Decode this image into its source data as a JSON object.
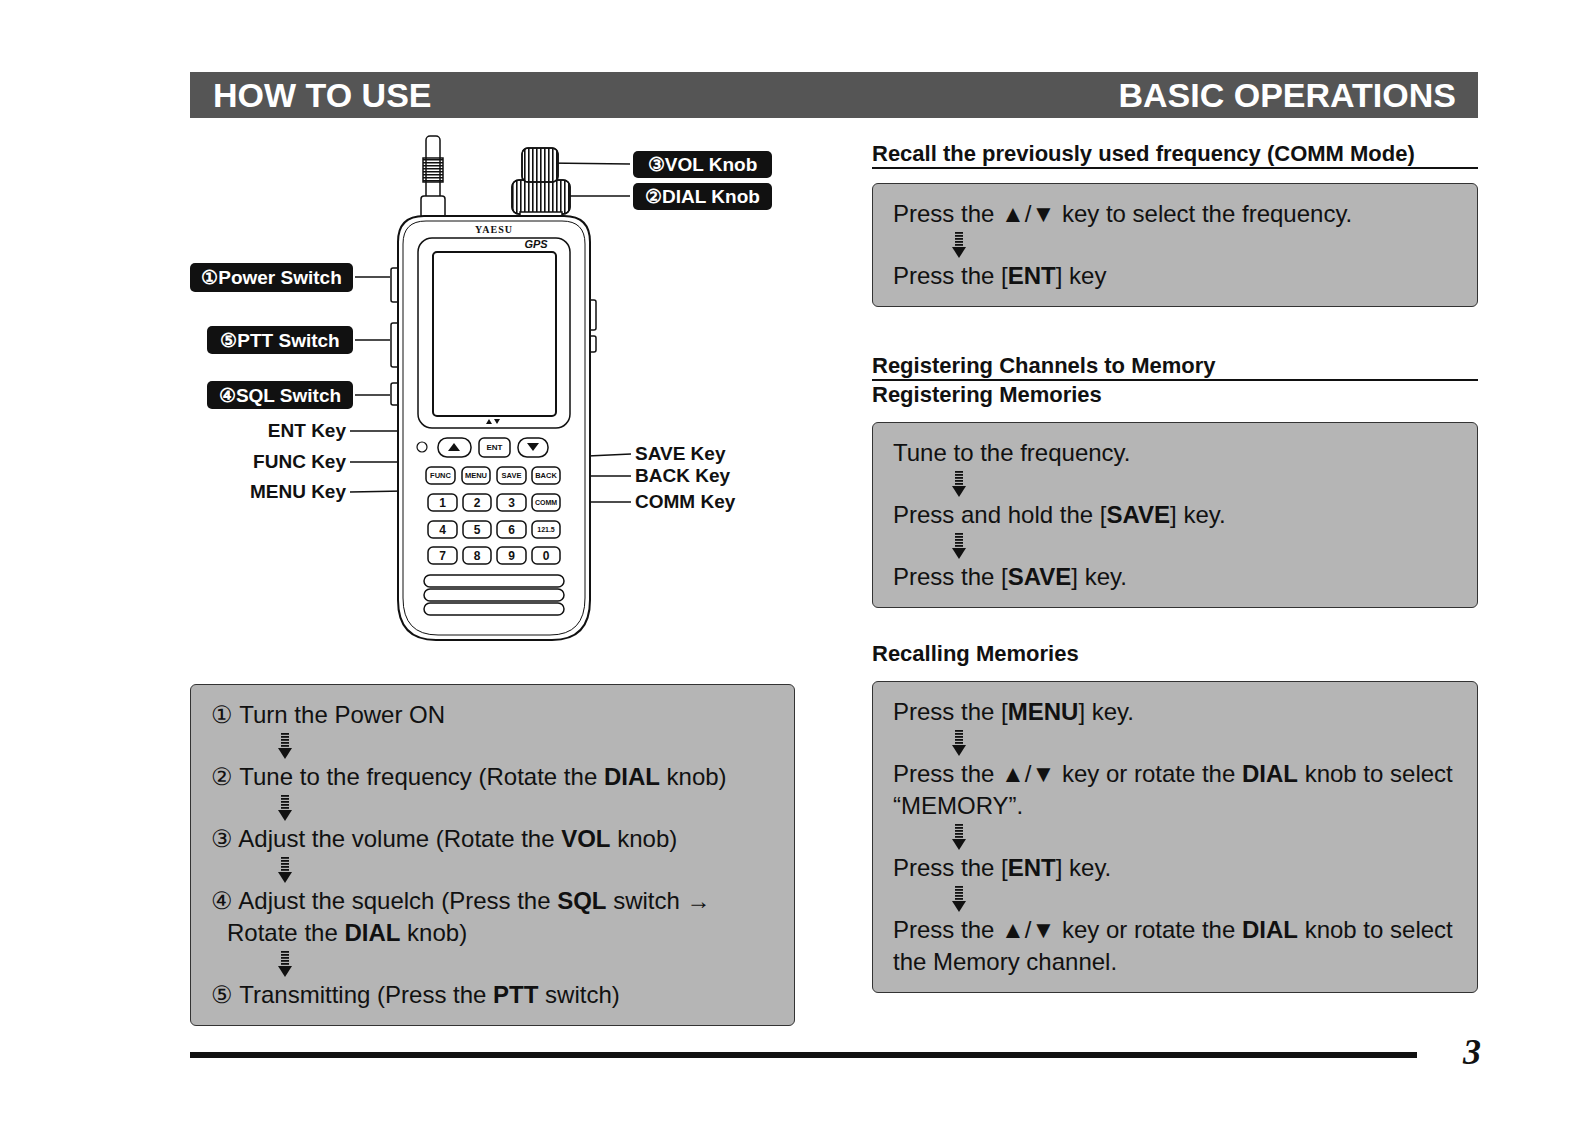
{
  "diagram": {
    "title": "HOW TO USE",
    "nodes": [
      {
        "text": [
          "① Turn the Power ON",
          "② Tune to the frequency (Rotate the DIAL knob)",
          "③ Adjust the volume (Rotate the VOL knob)",
          "④ Adjust the squelch (Press the SQL switch → Rotate the DIAL knob)",
          "⑤ Transmitting (Press the PTT switch)"
        ]
      },
      {
        "text": [
          "Recall the previously used frequency (COMM Mode)",
          "Press the ▲/▼ key to select the frequency.",
          "Press the [ENT] key"
        ]
      },
      {
        "text": [
          "Registering Channels to Memory",
          "Registering Memories",
          "Tune to the frequency.",
          "Press and hold the [SAVE] key.",
          "Press the [SAVE] key."
        ]
      },
      {
        "text": [
          "Recalling Memories",
          "Press the [MENU] key.",
          "Press the ▲/▼ key or rotate the DIAL knob to select “MEMORY”.",
          "Press the [ENT] key.",
          "Press the ▲/▼ key or rotate the DIAL knob to select the Memory channel."
        ]
      }
    ],
    "labels": [
      "BASIC OPERATIONS",
      "③VOL Knob",
      "②DIAL Knob",
      "①Power Switch",
      "⑤PTT Switch",
      "④SQL Switch",
      "ENT Key",
      "FUNC Key",
      "MENU Key",
      "SAVE Key",
      "BACK Key",
      "COMM Key",
      "YAESU",
      "GPS",
      "ENT",
      "FUNC",
      "MENU",
      "SAVE",
      "BACK",
      "1",
      "2",
      "3",
      "COMM",
      "4",
      "5",
      "6",
      "121.5",
      "7",
      "8",
      "9",
      "0",
      "3"
    ]
  }
}
